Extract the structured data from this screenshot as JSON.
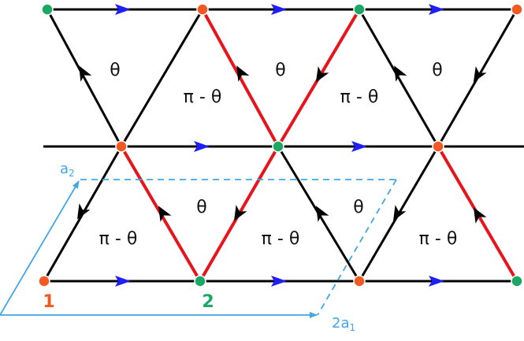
{
  "colors": {
    "bond": "#000000",
    "red_bond": "#e8141b",
    "arrow_horizontal": "#1f1ff5",
    "arrow_diagonal": "#000000",
    "site_orange": "#f05a22",
    "site_green": "#1aa864",
    "lattice_vector": "#41a6e6"
  },
  "flux_labels": {
    "theta": "θ",
    "pi_minus_theta": "π - θ"
  },
  "site_labels": {
    "site_1": "1",
    "site_2": "2"
  },
  "vector_labels": {
    "a2_base": "a",
    "a2_sub": "2",
    "a1_coef": "2a",
    "a1_sub": "1"
  }
}
